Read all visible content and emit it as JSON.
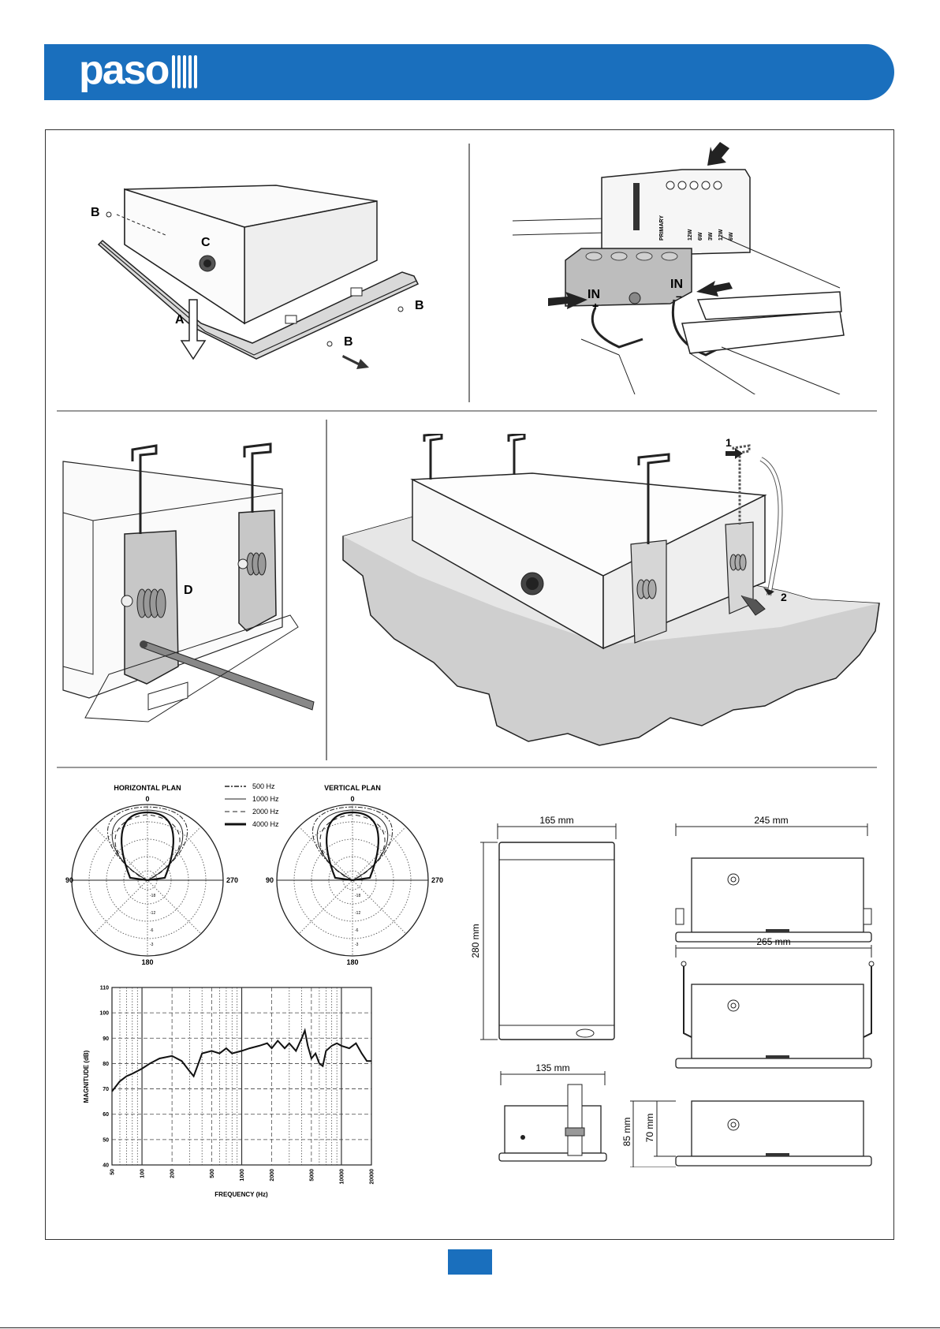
{
  "brand": {
    "name": "paso",
    "color": "#1a6fbd"
  },
  "page": {
    "number": ""
  },
  "figure_top_left": {
    "labels": [
      "B",
      "C",
      "B",
      "A",
      "B"
    ]
  },
  "figure_top_right": {
    "in_plus": "IN",
    "plus": "+",
    "in_minus": "IN",
    "minus": "–",
    "taps": [
      "PRIMARY",
      "12W",
      "6W",
      "3W",
      "12W",
      "6W"
    ]
  },
  "figure_middle_left": {
    "label_d": "D"
  },
  "figure_middle_right": {
    "step1": "1",
    "step2": "2"
  },
  "polar": {
    "horizontal_title": "HORIZONTAL PLAN",
    "vertical_title": "VERTICAL PLAN",
    "angles": {
      "top": "0",
      "left": "90",
      "right": "270",
      "bottom": "180"
    },
    "rings": [
      "-18",
      "-12",
      "-6",
      "-3"
    ],
    "legend": [
      "500 Hz",
      "1000 Hz",
      "2000 Hz",
      "4000 Hz"
    ]
  },
  "freq_chart": {
    "ylabel": "MAGNITUDE (dB)",
    "xlabel": "FREQUENCY (Hz)",
    "y_ticks": [
      "110",
      "100",
      "90",
      "80",
      "70",
      "60",
      "50",
      "40"
    ],
    "x_ticks": [
      "50",
      "100",
      "200",
      "500",
      "1000",
      "2000",
      "5000",
      "10000",
      "20000"
    ]
  },
  "chart_data": {
    "type": "line",
    "xlabel": "FREQUENCY (Hz)",
    "ylabel": "MAGNITUDE (dB)",
    "xscale": "log",
    "xlim": [
      50,
      20000
    ],
    "ylim": [
      40,
      110
    ],
    "grid": true,
    "x": [
      50,
      60,
      70,
      80,
      100,
      120,
      150,
      200,
      250,
      300,
      330,
      360,
      400,
      500,
      600,
      700,
      800,
      1000,
      1200,
      1500,
      1800,
      2000,
      2300,
      2700,
      3000,
      3500,
      4000,
      4300,
      4600,
      5000,
      5500,
      6000,
      6500,
      7000,
      8000,
      9000,
      10000,
      12000,
      14000,
      16000,
      18000,
      20000
    ],
    "y": [
      69,
      73,
      75,
      76,
      78,
      80,
      82,
      83,
      81,
      77,
      75,
      79,
      84,
      85,
      84,
      86,
      84,
      85,
      86,
      87,
      88,
      86,
      89,
      86,
      88,
      85,
      90,
      93,
      87,
      82,
      84,
      80,
      79,
      85,
      87,
      88,
      87,
      86,
      88,
      84,
      81,
      81
    ]
  },
  "dimensions": {
    "front_width": "165 mm",
    "front_height": "280 mm",
    "side_width": "245 mm",
    "side_clamp_width": "265 mm",
    "end_width": "135 mm",
    "depth_total": "85 mm",
    "depth_body": "70 mm"
  }
}
